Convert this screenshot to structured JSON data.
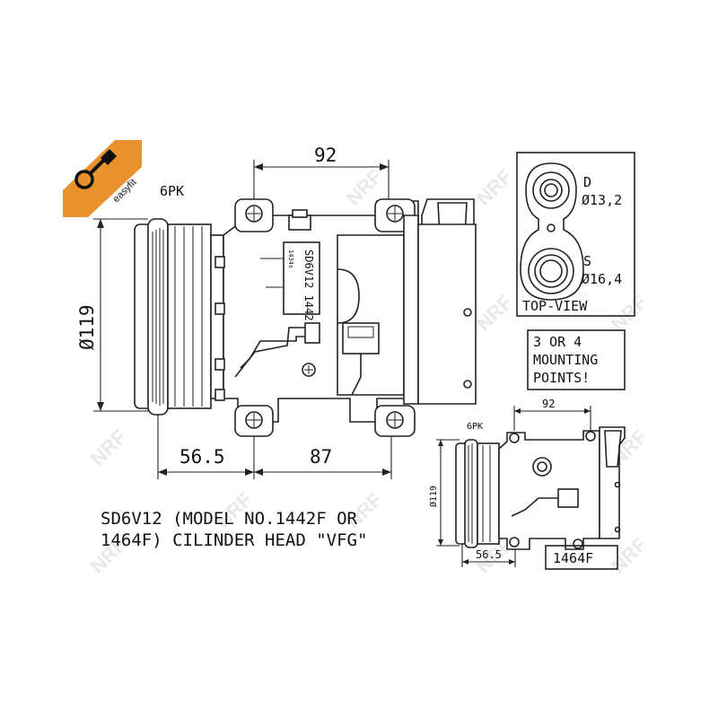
{
  "brand": {
    "badge_text": "easyfit",
    "badge_color": "#e8912d",
    "watermark": "NRF"
  },
  "main_view": {
    "belt_label": "6PK",
    "dim_width_top": "92",
    "dim_diameter": "Ø119",
    "dim_left_bottom": "56.5",
    "dim_right_bottom": "87",
    "label_plate": "SD6V12 1442",
    "label_plate_small": "1434s"
  },
  "top_view": {
    "port_d_letter": "D",
    "port_d_size": "Ø13,2",
    "port_s_letter": "S",
    "port_s_size": "Ø16,4",
    "caption": "TOP-VIEW"
  },
  "notice": {
    "line1": "3 OR 4",
    "line2": "MOUNTING",
    "line3": "POINTS!"
  },
  "secondary_view": {
    "belt_label": "6PK",
    "dim_width_top": "92",
    "dim_diameter": "Ø119",
    "dim_left_bottom": "56.5",
    "model_box": "1464F"
  },
  "caption": {
    "line1": "SD6V12 (MODEL NO.1442F OR",
    "line2": "1464F) CILINDER HEAD \"VFG\""
  }
}
